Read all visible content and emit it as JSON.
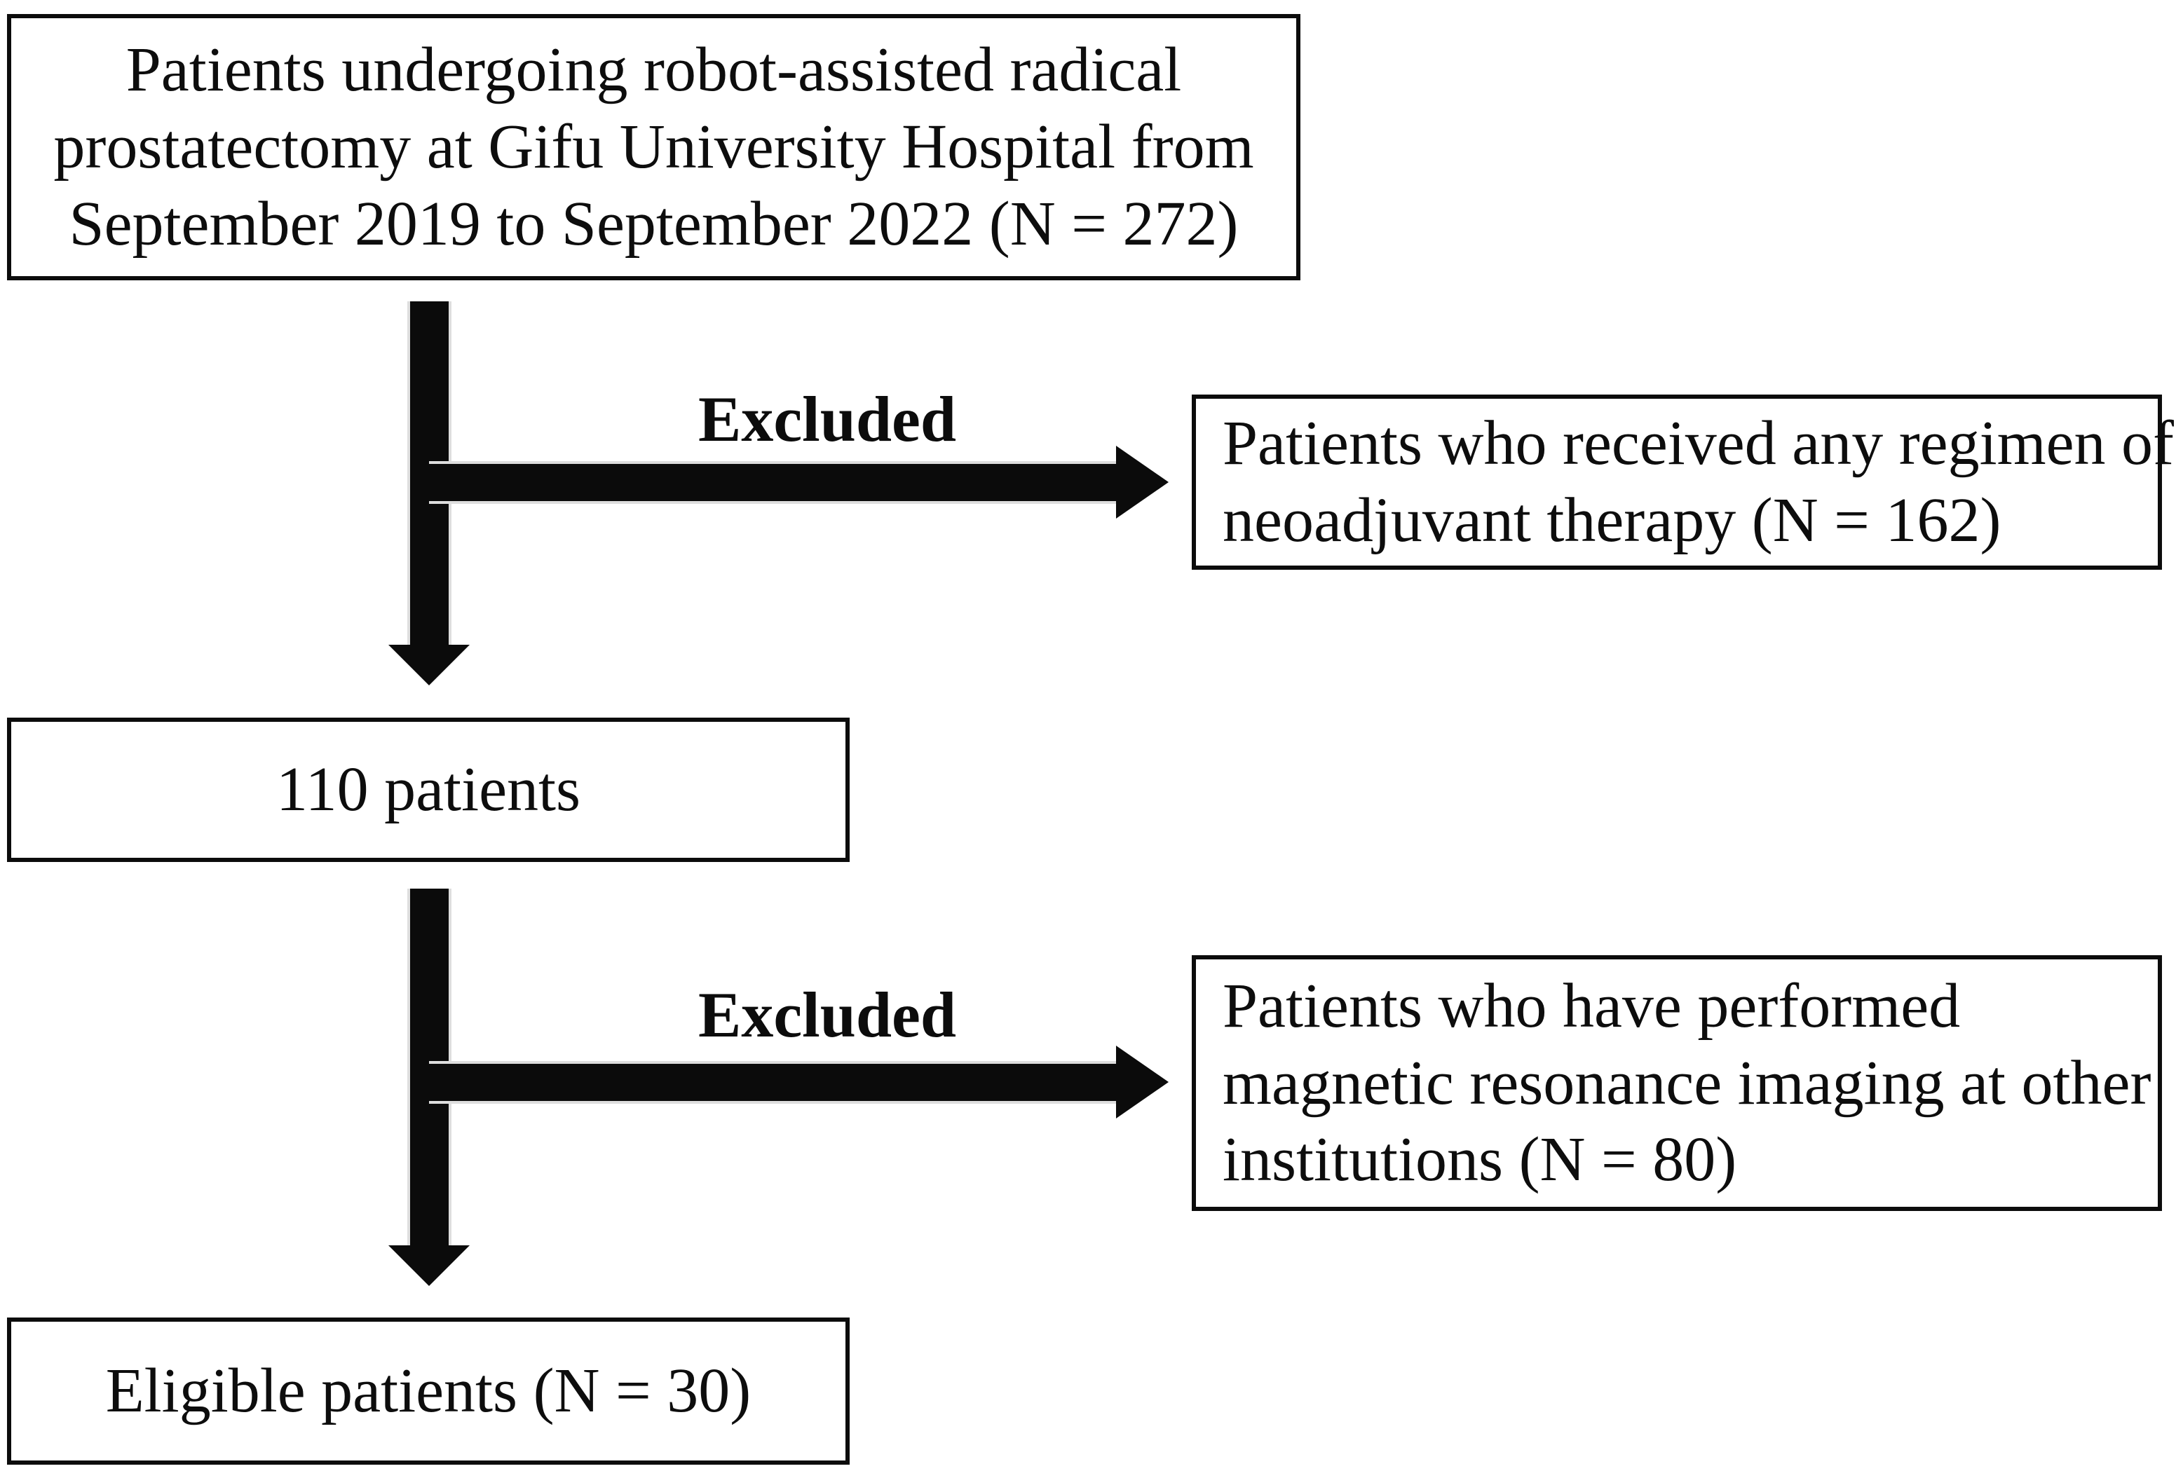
{
  "colors": {
    "ink": "#0c0c0c",
    "background": "#ffffff"
  },
  "flowchart": {
    "source_box": {
      "line1": "Patients undergoing robot-assisted radical",
      "line2": "prostatectomy at Gifu University Hospital from",
      "line3": "September 2019 to September 2022 (N = 272)"
    },
    "exclusion_arrow_1": {
      "label": "Excluded"
    },
    "exclusion_box_1": {
      "line1": "Patients who received any regimen of",
      "line2": "neoadjuvant therapy (N = 162)"
    },
    "remaining_box": {
      "line1": "110 patients"
    },
    "exclusion_arrow_2": {
      "label": "Excluded"
    },
    "exclusion_box_2": {
      "line1": "Patients who have performed",
      "line2": "magnetic resonance imaging at other",
      "line3": "institutions (N = 80)"
    },
    "eligible_box": {
      "line1": "Eligible patients (N = 30)"
    }
  }
}
